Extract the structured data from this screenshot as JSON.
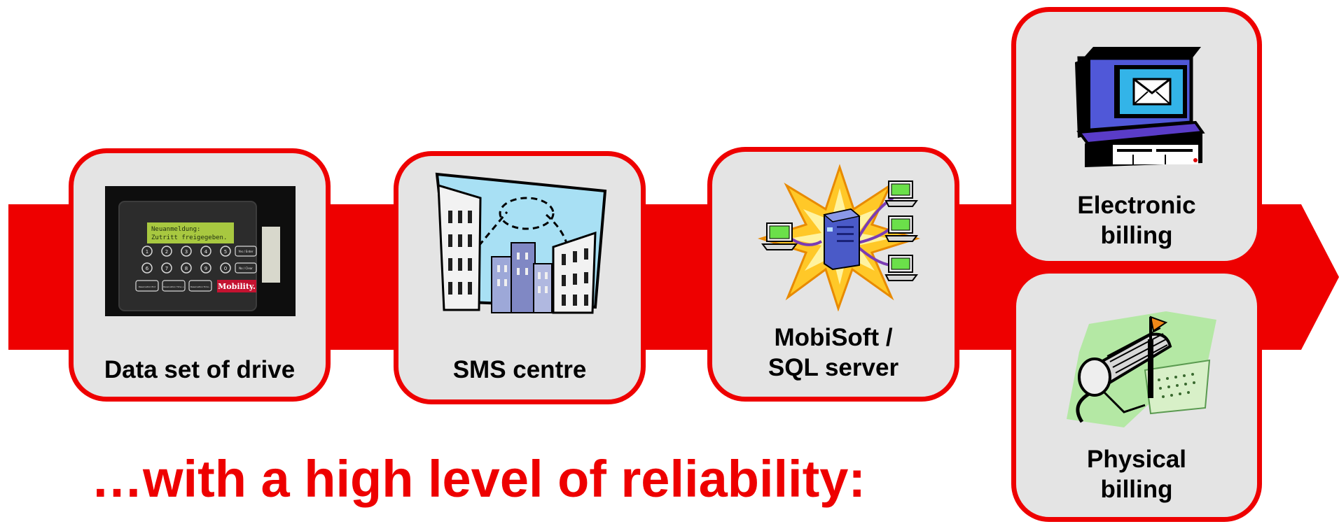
{
  "diagram": {
    "accent_color": "#ee0000",
    "card_fill": "#e4e4e4",
    "cards": [
      {
        "label": "Data set of drive",
        "icon": "card-terminal-photo"
      },
      {
        "label": "SMS centre",
        "icon": "city-buildings-icon"
      },
      {
        "label_lines": [
          "MobiSoft /",
          "SQL server"
        ],
        "icon": "network-server-icon"
      },
      {
        "label_lines": [
          "Electronic",
          "billing"
        ],
        "icon": "computer-email-icon"
      },
      {
        "label_lines": [
          "Physical",
          "billing"
        ],
        "icon": "mailbox-icon"
      }
    ],
    "device": {
      "screen_line1": "Neuanmeldung:",
      "screen_line2": "Zutritt freigegeben.",
      "keys": [
        "1",
        "2",
        "3",
        "4",
        "5",
        "6",
        "7",
        "8",
        "9",
        "0"
      ],
      "key_yes": "Yes / Enter",
      "key_no": "No / Clear",
      "func_keys": [
        "Reservation End",
        "Reservation Time +",
        "Reservation Time -"
      ],
      "brand": "Mobility."
    }
  },
  "headline": "…with a high level of reliability:"
}
